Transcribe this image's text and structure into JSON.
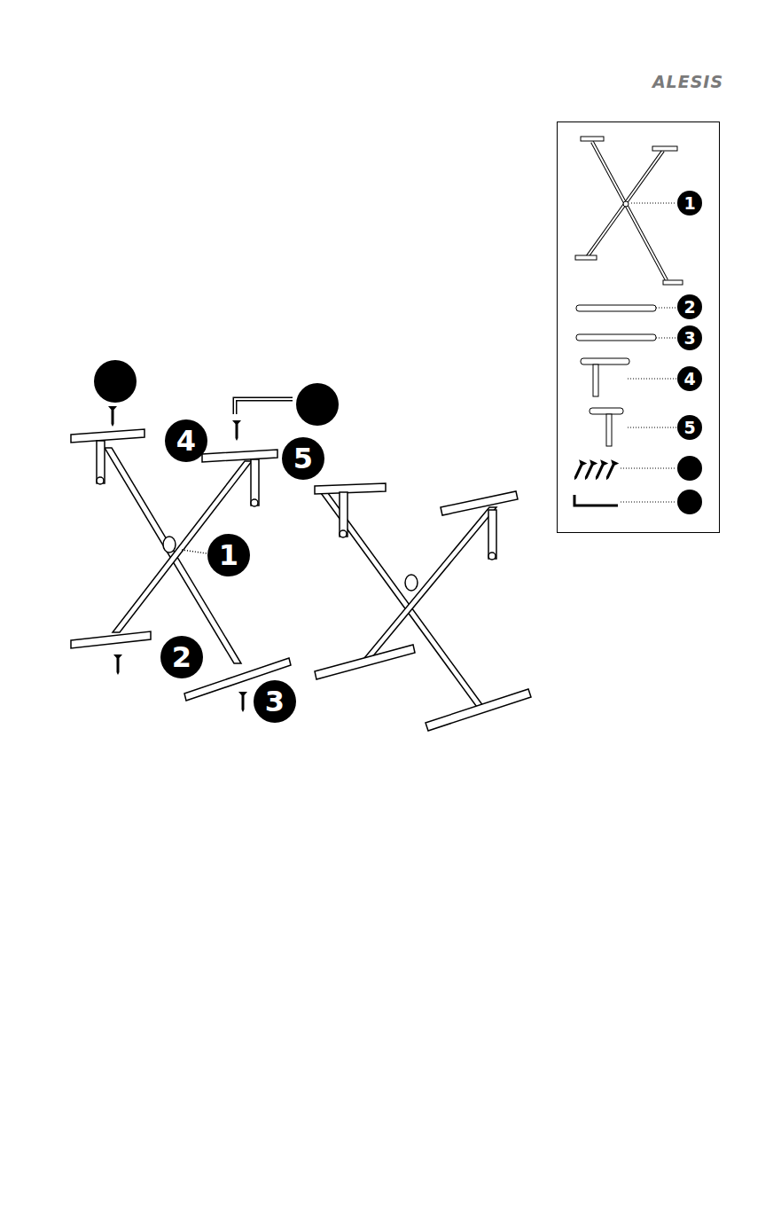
{
  "diagram": {
    "labels": [
      "ALESIS",
      "1",
      "2",
      "3",
      "4",
      "5",
      "4",
      "5",
      "1",
      "2",
      "3"
    ]
  }
}
